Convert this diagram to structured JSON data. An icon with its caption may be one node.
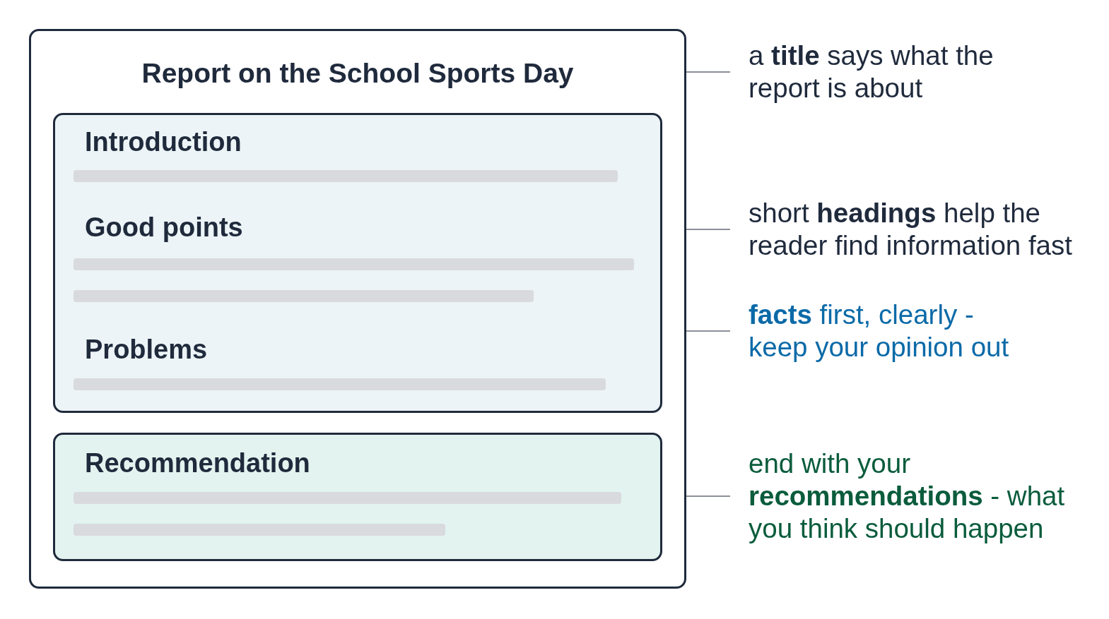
{
  "diagram": {
    "nodes": [
      {
        "text": [
          "Report on the School Sports Day"
        ]
      },
      {
        "text": [
          "Introduction",
          "Good points",
          "Problems"
        ],
        "in": 0
      },
      {
        "text": [
          "Recommendation"
        ],
        "in": 0
      },
      {
        "text": [
          "a **title** says what the report is about"
        ]
      },
      {
        "text": [
          "short **headings** help the reader find information fast"
        ]
      },
      {
        "text": [
          "**facts** first, clearly - keep your opinion out"
        ]
      },
      {
        "text": [
          "end with your **recommendations** - what you think should happen"
        ]
      }
    ],
    "edges": [
      {
        "from": 3,
        "to": 0,
        "arrow": "none"
      },
      {
        "from": 4,
        "to": 0,
        "arrow": "none"
      },
      {
        "from": 5,
        "to": 0,
        "arrow": "none"
      },
      {
        "from": 6,
        "to": 0,
        "arrow": "none"
      }
    ]
  }
}
